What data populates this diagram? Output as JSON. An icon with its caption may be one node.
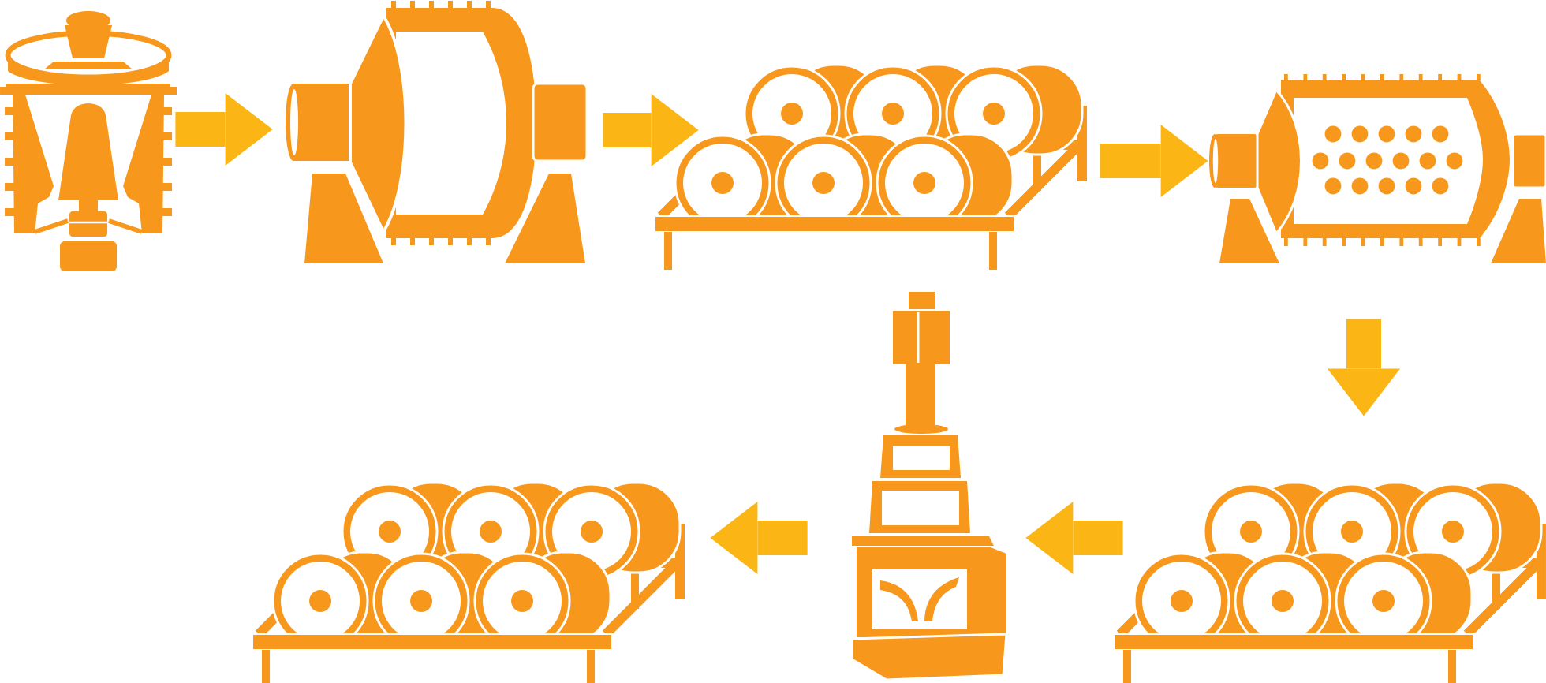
{
  "diagram": {
    "nodes": [
      {
        "text": [],
        "shape": "picture"
      },
      {
        "text": [],
        "shape": "picture"
      },
      {
        "text": [],
        "shape": "picture"
      },
      {
        "text": [],
        "shape": "picture"
      },
      {
        "text": [],
        "shape": "picture"
      },
      {
        "text": [],
        "shape": "picture"
      },
      {
        "text": [],
        "shape": "picture"
      }
    ],
    "edges": [
      {
        "from": 0,
        "to": 1,
        "arrow": "to"
      },
      {
        "from": 1,
        "to": 2,
        "arrow": "to"
      },
      {
        "from": 2,
        "to": 3,
        "arrow": "to"
      },
      {
        "from": 3,
        "to": 4,
        "arrow": "to"
      },
      {
        "from": 4,
        "to": 5,
        "arrow": "to"
      },
      {
        "from": 5,
        "to": 6,
        "arrow": "to"
      }
    ]
  }
}
